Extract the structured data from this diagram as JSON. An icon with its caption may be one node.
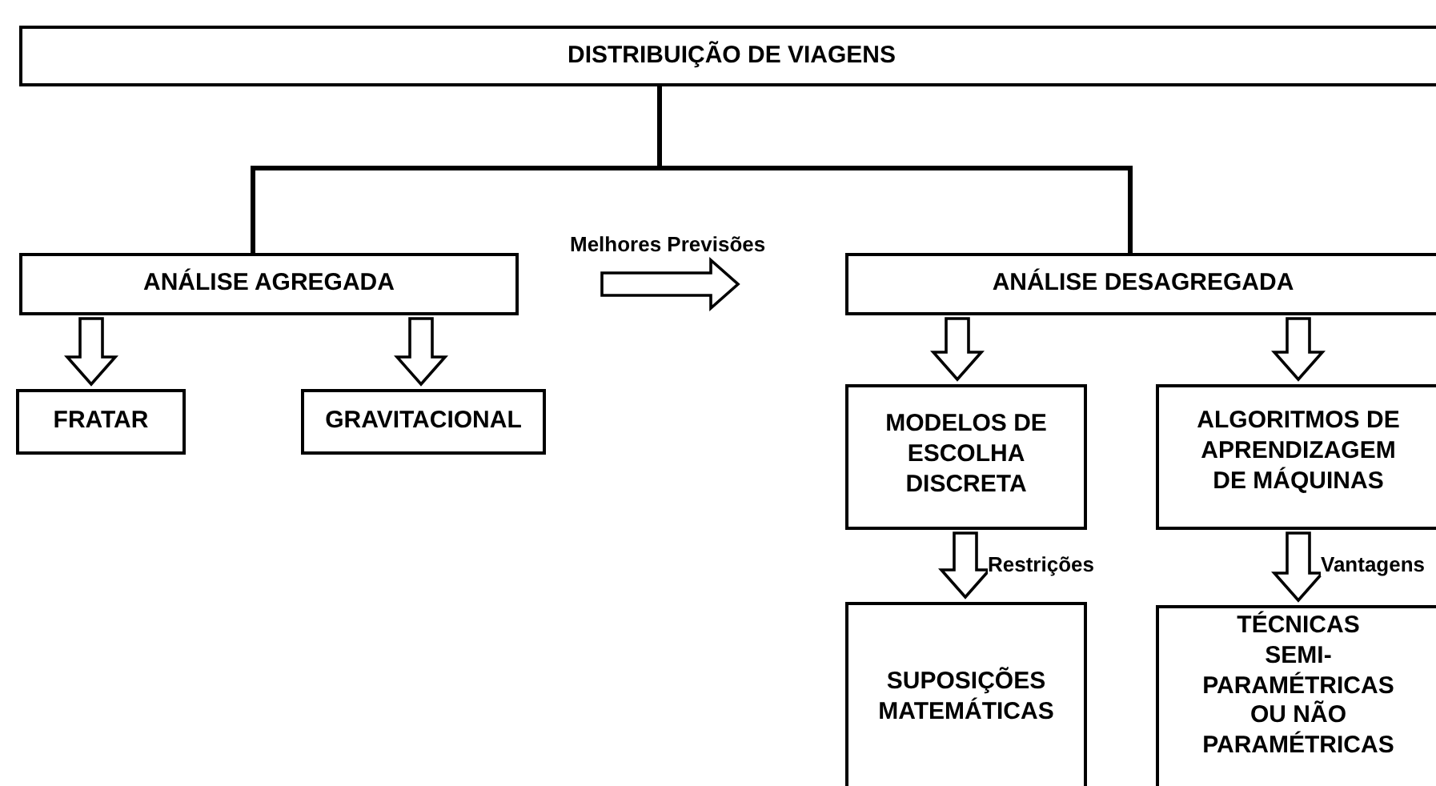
{
  "diagram": {
    "nodes": [
      {
        "text": [
          "DISTRIBUIÇÃO DE VIAGENS"
        ]
      },
      {
        "text": [
          "ANÁLISE AGREGADA"
        ]
      },
      {
        "text": [
          "ANÁLISE DESAGREGADA"
        ]
      },
      {
        "text": [
          "FRATAR"
        ]
      },
      {
        "text": [
          "GRAVITACIONAL"
        ]
      },
      {
        "text": [
          "MODELOS DE ESCOLHA DISCRETA"
        ]
      },
      {
        "text": [
          "ALGORITMOS DE APRENDIZAGEM DE MÁQUINAS"
        ]
      },
      {
        "text": [
          "SUPOSIÇÕES MATEMÁTICAS"
        ]
      },
      {
        "text": [
          "TÉCNICAS SEMI-PARAMÉTRICAS OU NÃO PARAMÉTRICAS"
        ]
      }
    ],
    "edges": [
      {
        "from": 0,
        "to": 1,
        "arrow": "none"
      },
      {
        "from": 0,
        "to": 2,
        "arrow": "none"
      },
      {
        "from": 1,
        "to": 2,
        "arrow": "to",
        "label": "Melhores Previsões"
      },
      {
        "from": 1,
        "to": 3,
        "arrow": "to"
      },
      {
        "from": 1,
        "to": 4,
        "arrow": "to"
      },
      {
        "from": 2,
        "to": 5,
        "arrow": "to"
      },
      {
        "from": 2,
        "to": 6,
        "arrow": "to"
      },
      {
        "from": 5,
        "to": 7,
        "arrow": "to",
        "label": "Restrições"
      },
      {
        "from": 6,
        "to": 8,
        "arrow": "to",
        "label": "Vantagens"
      }
    ]
  }
}
